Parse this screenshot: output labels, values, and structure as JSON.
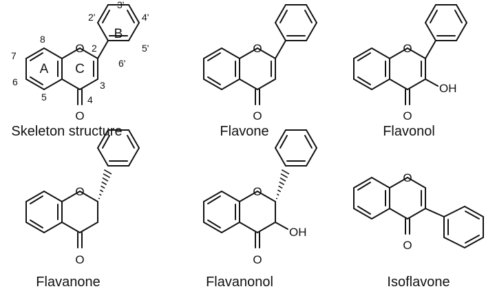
{
  "captions": {
    "skeleton": "Skeleton structure",
    "flavone": "Flavone",
    "flavonol": "Flavonol",
    "flavanone": "Flavanone",
    "flavanonol": "Flavanonol",
    "isoflavone": "Isoflavone"
  },
  "atoms": {
    "oxygen": "O",
    "hydroxyl": "OH"
  },
  "ring_labels": {
    "a": "A",
    "b": "B",
    "c": "C"
  },
  "positions": {
    "p2": "2",
    "p3": "3",
    "p4": "4",
    "p5": "5",
    "p6": "6",
    "p7": "7",
    "p8": "8",
    "p2p": "2'",
    "p3p": "3'",
    "p4p": "4'",
    "p5p": "5'",
    "p6p": "6'"
  }
}
